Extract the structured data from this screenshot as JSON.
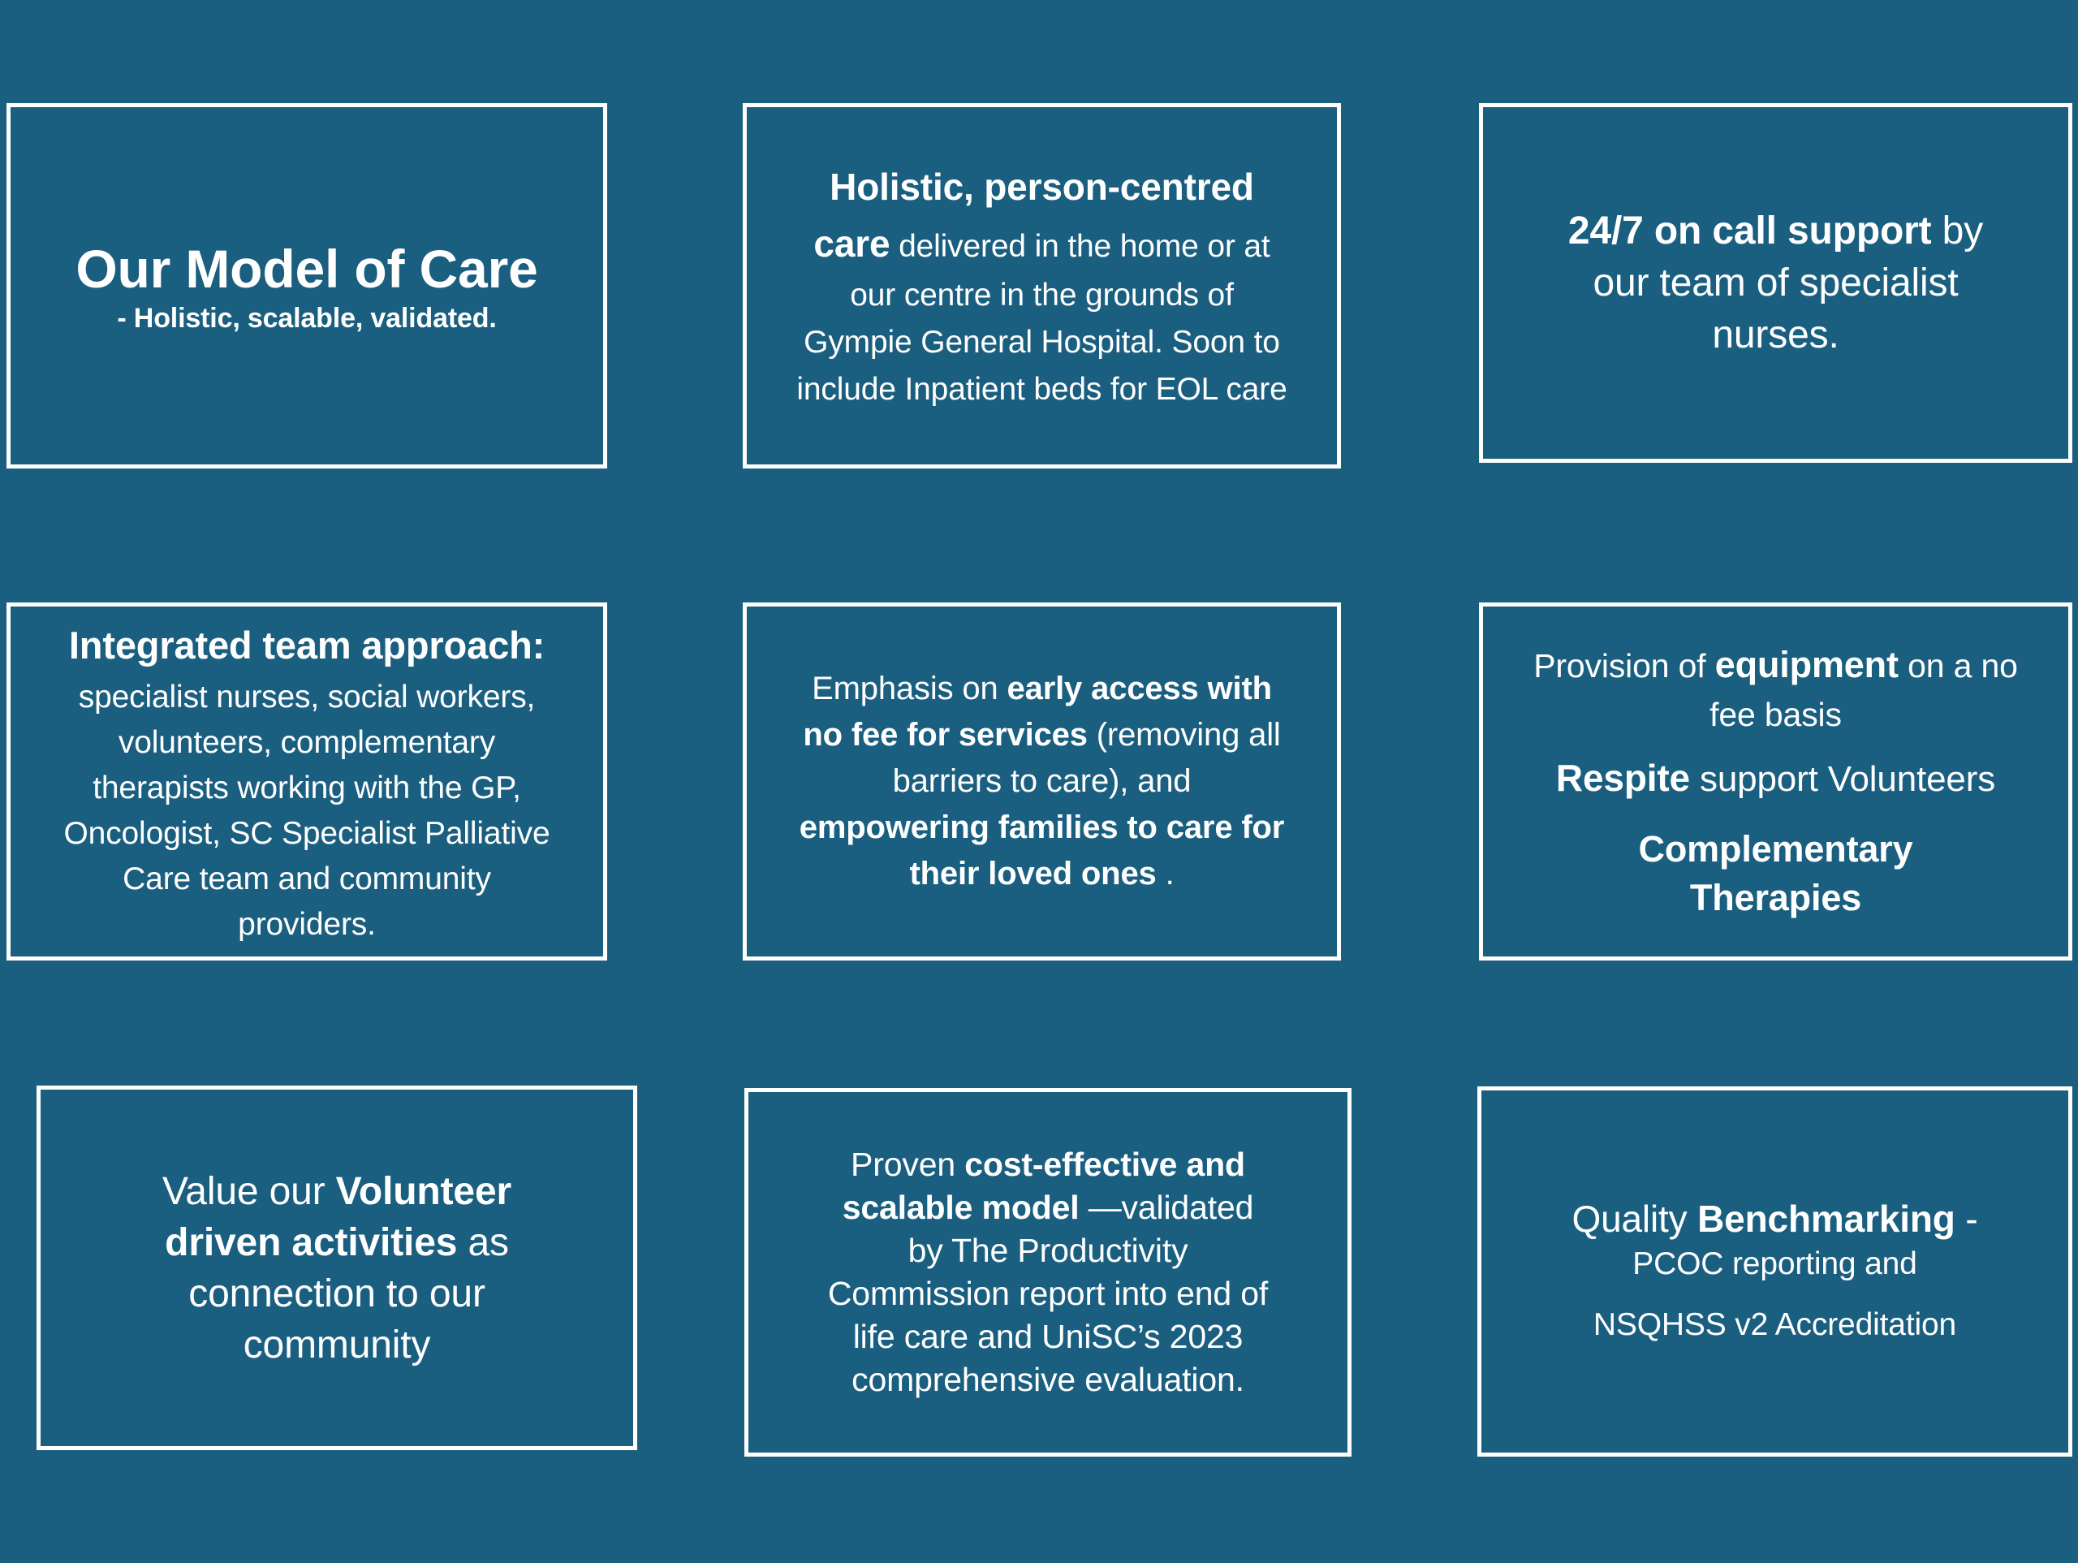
{
  "colors": {
    "background": "#1B5F80",
    "box_background": "#1B5F80",
    "border": "#FFFFFF",
    "text": "#FFFFFF"
  },
  "boxes": {
    "model_of_care": {
      "title": "Our Model of Care",
      "subtitle": " - Holistic, scalable, validated."
    },
    "holistic_care": {
      "lead": "Holistic, person-centred care",
      "body": " delivered in the home or at our centre in the grounds of Gympie General Hospital.  Soon to include Inpatient beds for EOL care"
    },
    "on_call_support": {
      "lead": "24/7 on call support",
      "body": " by our team of specialist nurses."
    },
    "integrated_team": {
      "lead": "Integrated team approach:",
      "body": " specialist nurses, social workers, volunteers, complementary therapists working with the GP, Oncologist, SC Specialist Palliative Care team and community providers."
    },
    "early_access": {
      "r1": "Emphasis on ",
      "b1": "early access with no fee for services",
      "r2": " (removing all barriers to care), and ",
      "b2": "empowering families to care for their loved ones",
      "r3": " ."
    },
    "equipment_respite": {
      "p1_r1": "Provision of ",
      "p1_b1": "equipment",
      "p1_r2": " on a no fee basis",
      "p2_b1": "Respite",
      "p2_r1": " support Volunteers",
      "p3_b1": "Complementary Therapies"
    },
    "volunteer_activities": {
      "r1": "Value our ",
      "b1": "Volunteer driven activities",
      "r2": " as connection to our community"
    },
    "cost_effective": {
      "r1": "Proven ",
      "b1": "cost-effective and scalable model",
      "r2": " —validated by The Productivity Commission report into end of life care and UniSC’s 2023 comprehensive evaluation."
    },
    "quality_benchmarking": {
      "line1_r1": "Quality ",
      "line1_b1": "Benchmarking",
      "line1_r2": " -",
      "line2": "PCOC reporting and",
      "line3": "NSQHSS v2 Accreditation"
    }
  }
}
